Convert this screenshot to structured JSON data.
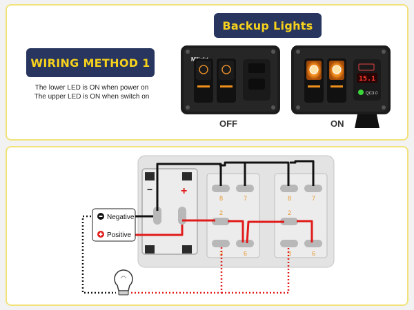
{
  "header": {
    "method_title": "WIRING METHOD 1",
    "backup_title": "Backup Lights",
    "desc_line_1": "The lower LED is ON when power on",
    "desc_line_2": "The upper LED is ON when switch on"
  },
  "panels": {
    "brand": "Nilight",
    "off_label": "OFF",
    "on_label": "ON",
    "voltmeter_reading": "15.1",
    "qc_label": "QC3.0"
  },
  "diagram": {
    "negative_label": "Negative",
    "positive_label": "Positive",
    "minus_sign": "−",
    "plus_sign": "+",
    "switch_1": {
      "pin_top_left": "8",
      "pin_top_right": "7",
      "pin_mid": "2",
      "pin_bottom_left": "3",
      "pin_bottom_right": "6"
    },
    "switch_2": {
      "pin_top_left": "8",
      "pin_top_right": "7",
      "pin_mid": "2",
      "pin_bottom_left": "3",
      "pin_bottom_right": "6"
    }
  },
  "colors": {
    "accent_navy": "#27355f",
    "accent_yellow": "#f7d21c",
    "card_border": "#f2e27a",
    "wire_black": "#111111",
    "wire_red": "#e11a1a",
    "led_orange": "#f08a1c",
    "pin_orange": "#e8962c"
  }
}
